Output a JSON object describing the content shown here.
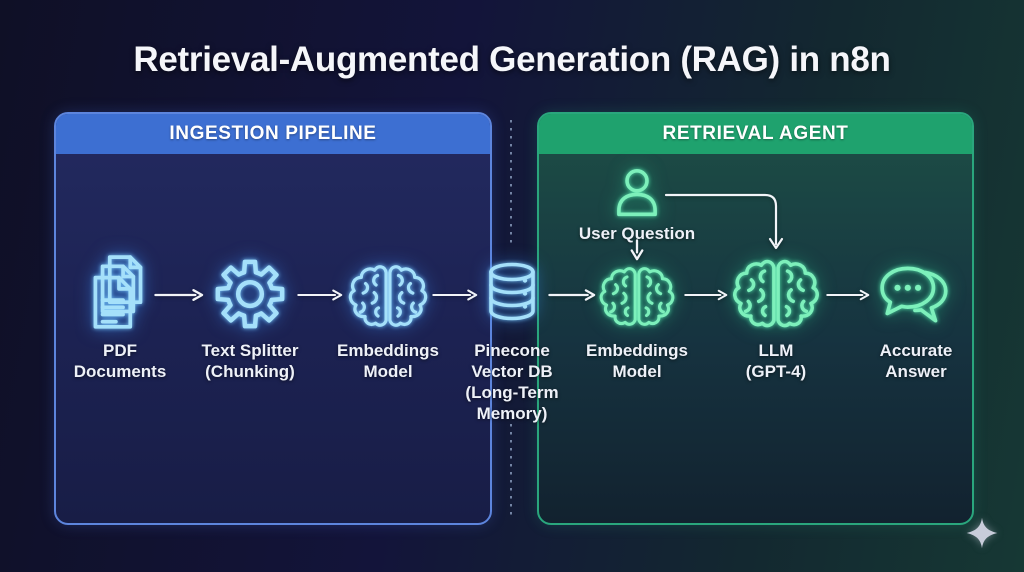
{
  "title": "Retrieval-Augmented Generation (RAG) in n8n",
  "panels": {
    "ingestion": {
      "header": "INGESTION PIPELINE"
    },
    "retrieval": {
      "header": "RETRIEVAL AGENT"
    }
  },
  "nodes": {
    "pdf_documents": {
      "label": "PDF\nDocuments",
      "icon": "documents-icon"
    },
    "text_splitter": {
      "label": "Text Splitter\n(Chunking)",
      "icon": "gear-icon"
    },
    "embeddings_ingestion": {
      "label": "Embeddings\nModel",
      "icon": "brain-icon"
    },
    "vector_db": {
      "label": "Pinecone\nVector DB\n(Long-Term\nMemory)",
      "icon": "database-icon"
    },
    "user_question": {
      "label": "User Question",
      "icon": "user-icon"
    },
    "embeddings_retrieval": {
      "label": "Embeddings\nModel",
      "icon": "brain-icon"
    },
    "llm": {
      "label": "LLM\n(GPT-4)",
      "icon": "brain-icon"
    },
    "accurate_answer": {
      "label": "Accurate\nAnswer",
      "icon": "chat-bubbles-icon"
    }
  },
  "decorations": {
    "corner_icon": "sparkle-icon"
  },
  "colors": {
    "accent_blue": "#3d6fd2",
    "accent_green": "#1fa26e",
    "panel_blue_border": "#5d85dd",
    "panel_green_border": "#2aa67d",
    "neon_blue": "#a5e0fa",
    "neon_green": "#7df0bb",
    "arrow": "#f2f4f8",
    "text": "#eef1f8",
    "sparkle": "#c8ccda"
  }
}
